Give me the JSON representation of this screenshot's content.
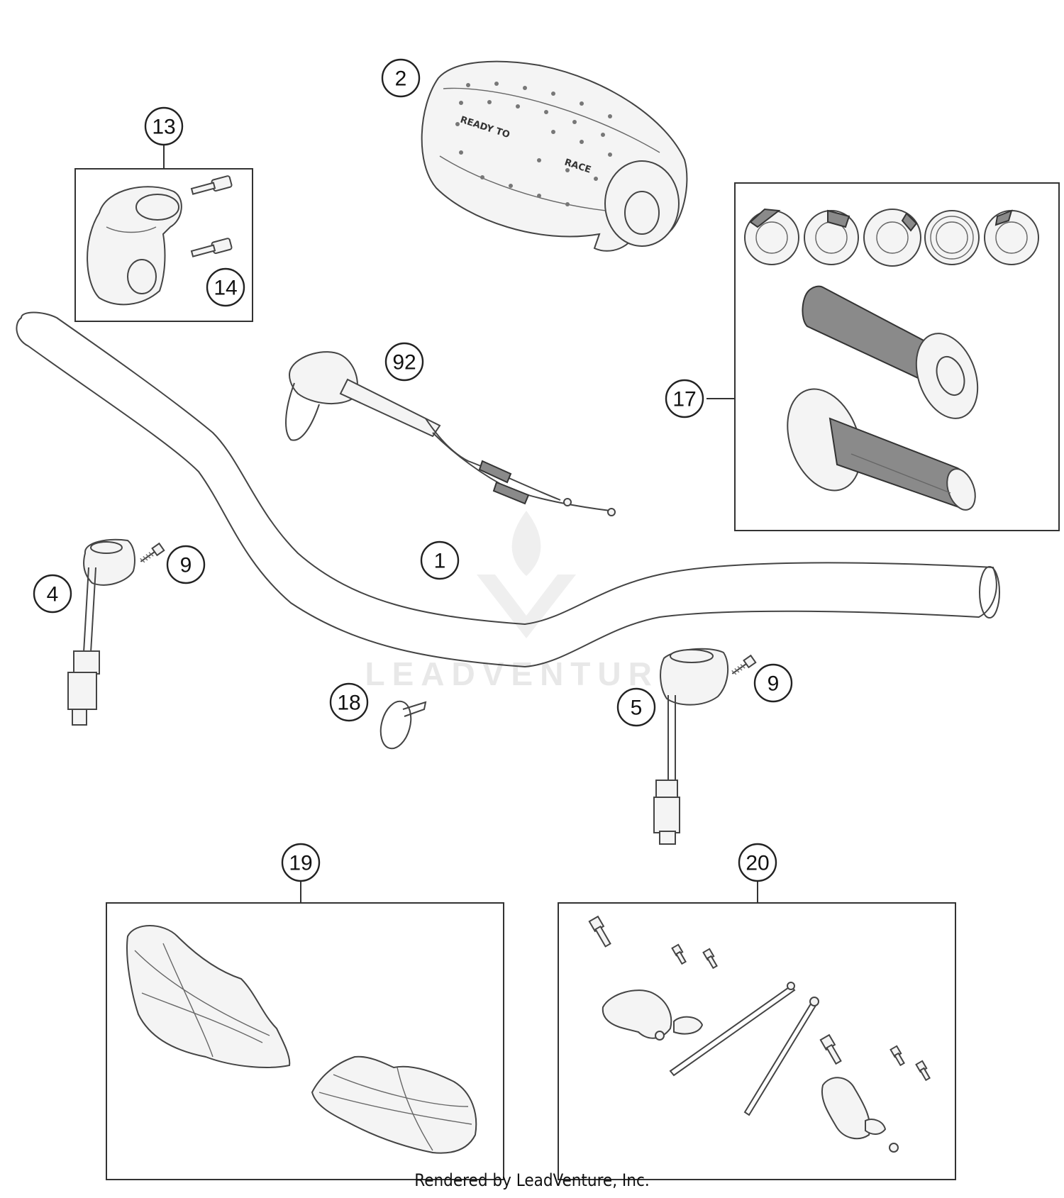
{
  "callouts": [
    {
      "id": "c1",
      "label": "1"
    },
    {
      "id": "c2",
      "label": "2"
    },
    {
      "id": "c4",
      "label": "4"
    },
    {
      "id": "c5",
      "label": "5"
    },
    {
      "id": "c9a",
      "label": "9"
    },
    {
      "id": "c9b",
      "label": "9"
    },
    {
      "id": "c13",
      "label": "13"
    },
    {
      "id": "c14",
      "label": "14"
    },
    {
      "id": "c17",
      "label": "17"
    },
    {
      "id": "c18",
      "label": "18"
    },
    {
      "id": "c19",
      "label": "19"
    },
    {
      "id": "c20",
      "label": "20"
    },
    {
      "id": "c92",
      "label": "92"
    }
  ],
  "pad_text": {
    "left": "READY TO",
    "right": "RACE"
  },
  "watermark": "LEADVENTURE",
  "footer": {
    "credit": "Rendered by LeadVenture, Inc."
  }
}
